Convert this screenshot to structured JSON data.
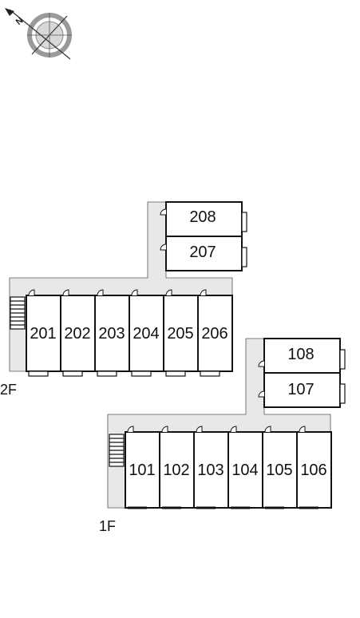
{
  "compass": {
    "label": "N",
    "icon": "compass-icon"
  },
  "floors": [
    {
      "label": "2F",
      "rooms": [
        "201",
        "202",
        "203",
        "204",
        "205",
        "206",
        "207",
        "208"
      ]
    },
    {
      "label": "1F",
      "rooms": [
        "101",
        "102",
        "103",
        "104",
        "105",
        "106",
        "107",
        "108"
      ]
    }
  ],
  "colors": {
    "corridor": "#e8e8e8",
    "wall": "#111111",
    "room": "#ffffff",
    "compass_ring": "#9a9a9a"
  }
}
